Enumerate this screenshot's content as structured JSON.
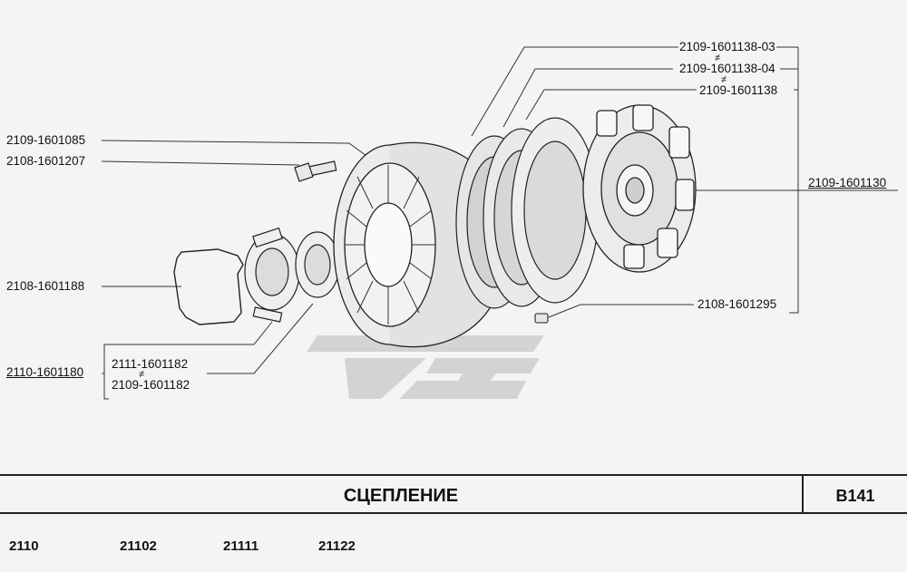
{
  "diagram": {
    "labels": {
      "p1085": "2109-1601085",
      "p1207": "2108-1601207",
      "p1188": "2108-1601188",
      "p1180": "2110-1601180",
      "p1182a": "2111-1601182",
      "p1182b": "2109-1601182",
      "p1138_03": "2109-1601138-03",
      "p1138_04": "2109-1601138-04",
      "p1138": "2109-1601138",
      "p1130": "2109-1601130",
      "p1295": "2108-1601295"
    },
    "not_equal_symbol": "≠"
  },
  "footer": {
    "title": "СЦЕПЛЕНИЕ",
    "page_code": "B141",
    "models": [
      "2110",
      "21102",
      "21111",
      "21122"
    ]
  }
}
